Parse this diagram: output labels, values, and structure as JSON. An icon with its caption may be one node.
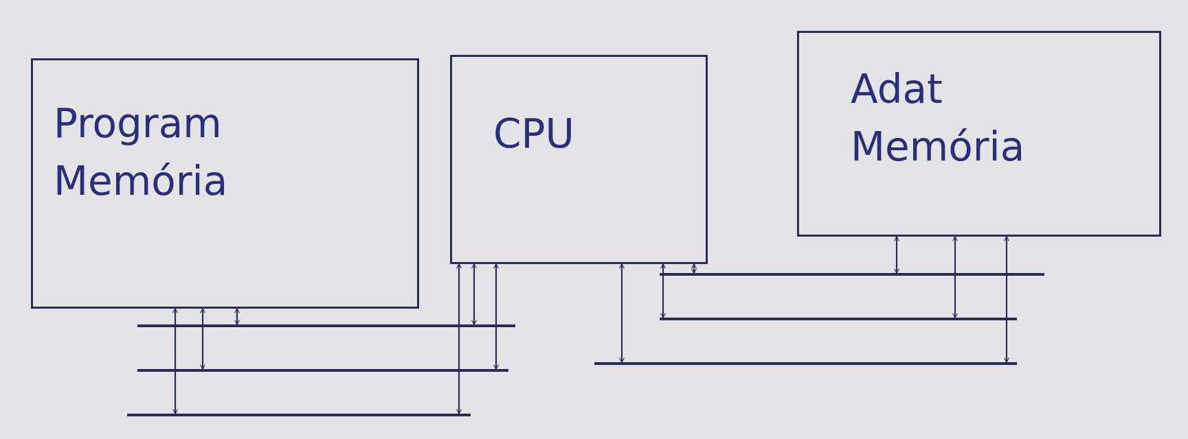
{
  "diagram": {
    "nodes": [
      {
        "text": [
          "Program Memória"
        ]
      },
      {
        "text": [
          "CPU"
        ]
      },
      {
        "text": [
          "Adat Memória"
        ]
      },
      {
        "text": [],
        "shape": "bar"
      },
      {
        "text": [],
        "shape": "bar"
      },
      {
        "text": [],
        "shape": "bar"
      },
      {
        "text": [],
        "shape": "bar"
      },
      {
        "text": [],
        "shape": "bar"
      },
      {
        "text": [],
        "shape": "bar"
      }
    ],
    "edges": [
      {
        "from": 0,
        "to": 5,
        "arrow": "both"
      },
      {
        "from": 0,
        "to": 4,
        "arrow": "both"
      },
      {
        "from": 0,
        "to": 3,
        "arrow": "both"
      },
      {
        "from": 1,
        "to": 5,
        "arrow": "both"
      },
      {
        "from": 1,
        "to": 3,
        "arrow": "both"
      },
      {
        "from": 1,
        "to": 4,
        "arrow": "both"
      },
      {
        "from": 1,
        "to": 8,
        "arrow": "both"
      },
      {
        "from": 1,
        "to": 7,
        "arrow": "both"
      },
      {
        "from": 1,
        "to": 6,
        "arrow": "both"
      },
      {
        "from": 2,
        "to": 6,
        "arrow": "both"
      },
      {
        "from": 2,
        "to": 7,
        "arrow": "both"
      },
      {
        "from": 2,
        "to": 8,
        "arrow": "both"
      }
    ]
  }
}
